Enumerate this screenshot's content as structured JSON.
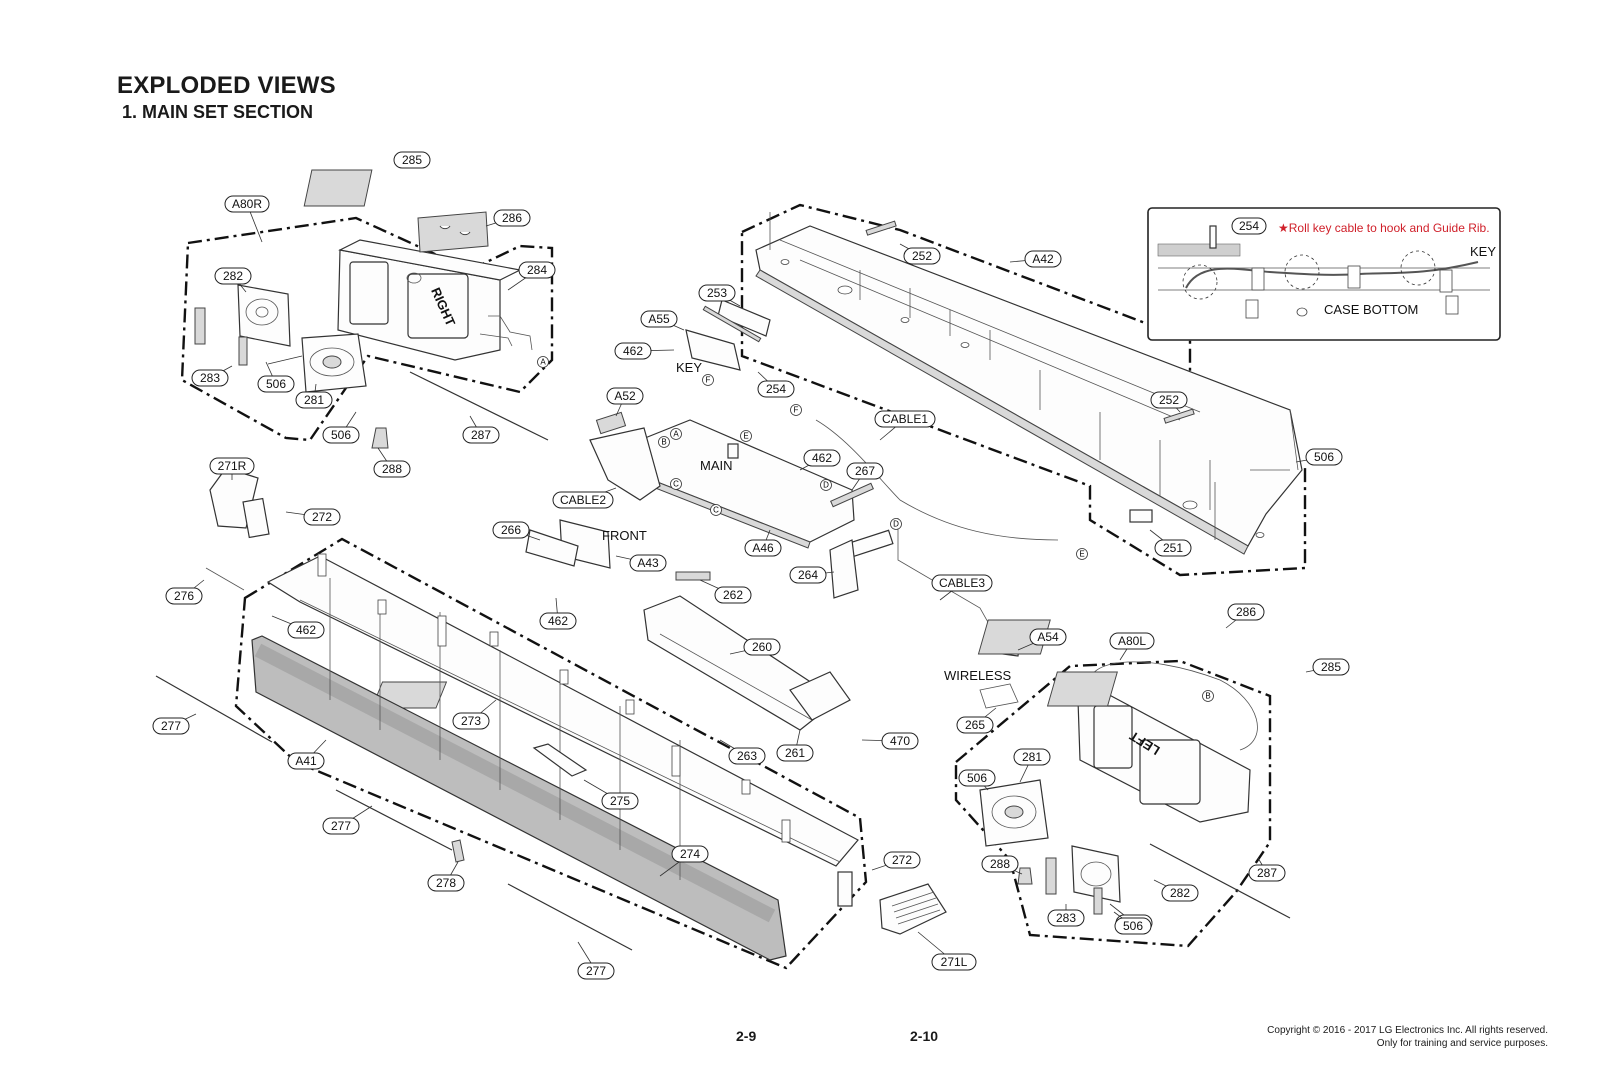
{
  "header": {
    "title": "EXPLODED VIEWS",
    "subtitle": "1. MAIN SET SECTION"
  },
  "callouts": [
    "285",
    "A80R",
    "286",
    "284",
    "282",
    "283",
    "506",
    "281",
    "506",
    "287",
    "288",
    "271R",
    "272",
    "276",
    "462",
    "277",
    "A41",
    "273",
    "277",
    "278",
    "274",
    "272",
    "271L",
    "277",
    "275",
    "262",
    "260",
    "263",
    "261",
    "470",
    "266",
    "A43",
    "462",
    "A55",
    "253",
    "462",
    "254",
    "A52",
    "CABLE2",
    "A46",
    "267",
    "264",
    "462",
    "CABLE1",
    "CABLE3",
    "A54",
    "265",
    "506",
    "252",
    "A42",
    "252",
    "506",
    "251",
    "A80L",
    "286",
    "285",
    "281",
    "506",
    "288",
    "282",
    "287",
    "283",
    "506",
    "254"
  ],
  "text_labels": {
    "key": "KEY",
    "main": "MAIN",
    "front": "FRONT",
    "wireless": "WIRELESS",
    "right_mark": "RIGHT",
    "left_mark": "LEFT"
  },
  "connector_letters": [
    "A",
    "B",
    "C",
    "D",
    "E",
    "F"
  ],
  "inset": {
    "note": "★Roll key cable to hook and Guide Rib.",
    "key_label": "KEY",
    "case_label": "CASE BOTTOM",
    "callout": "254",
    "note_color": "#d0202a"
  },
  "footer": {
    "page_left": "2-9",
    "page_right": "2-10",
    "copyright_line1": "Copyright © 2016 - 2017 LG Electronics Inc. All rights reserved.",
    "copyright_line2": "Only for training and service purposes."
  }
}
